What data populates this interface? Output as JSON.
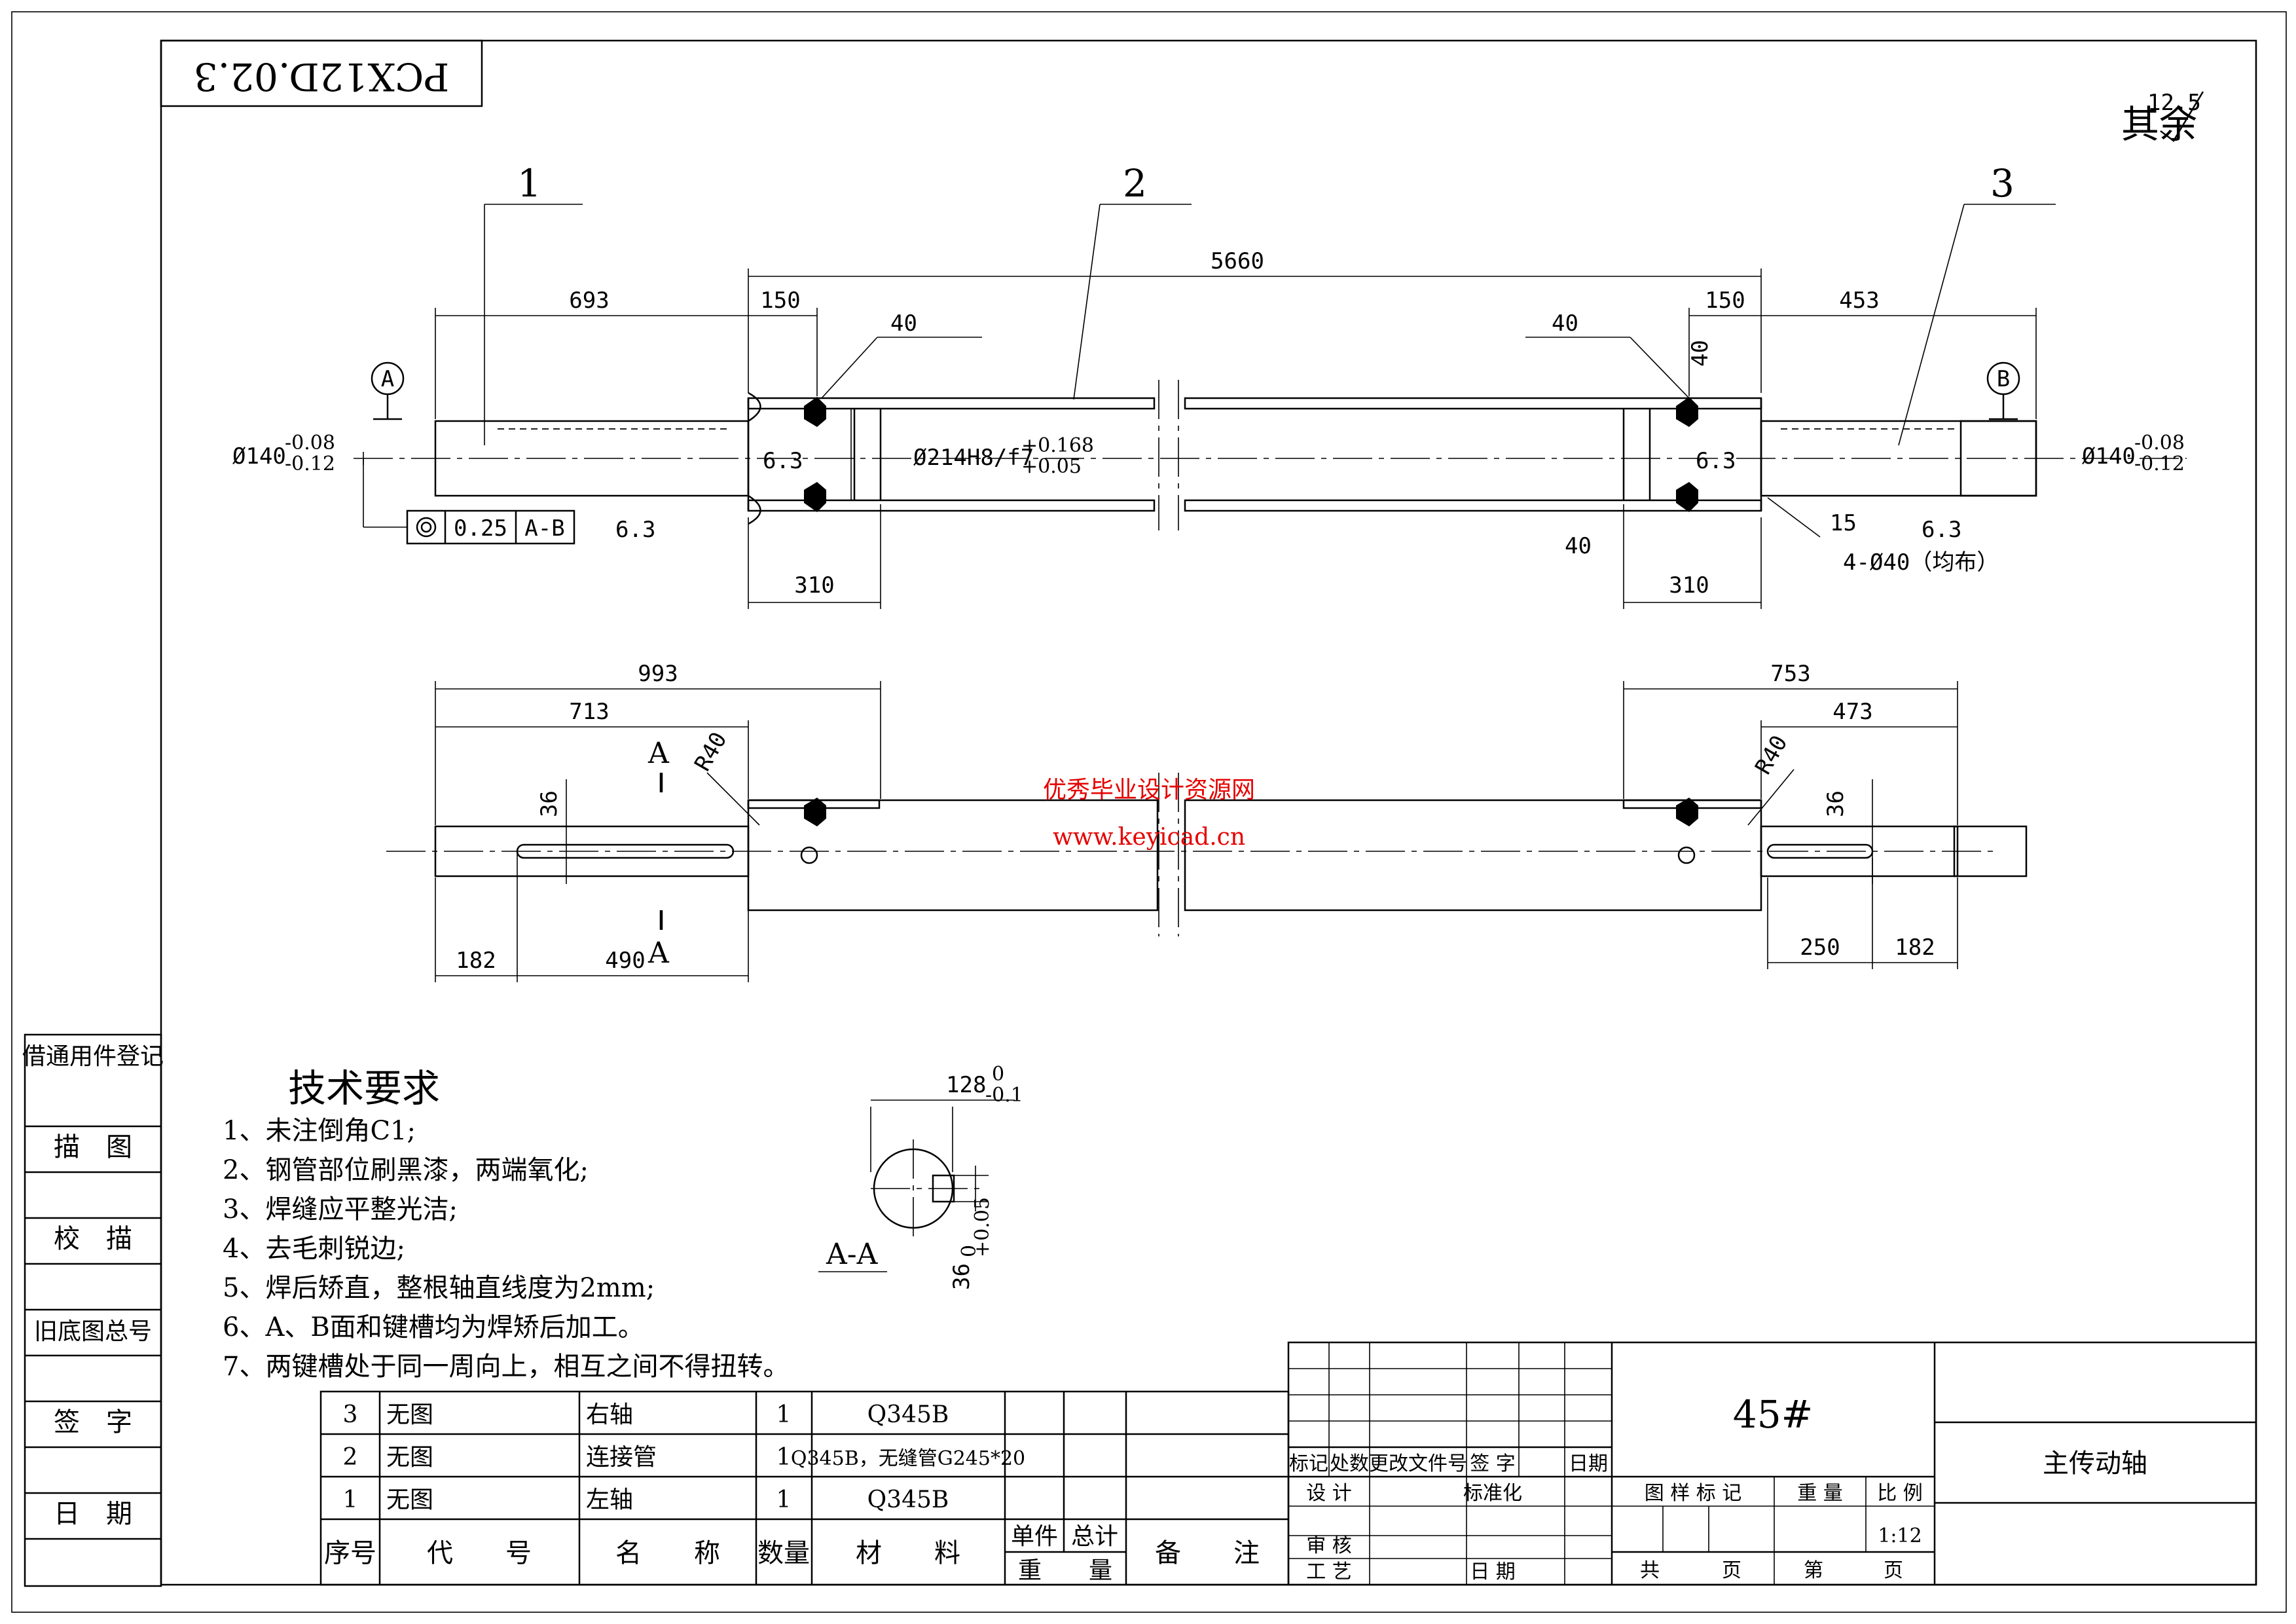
{
  "drawing_number": "PCX12D.02.3",
  "roughness_other": {
    "text": "其余",
    "value": "12.5"
  },
  "parts_labels": [
    "1",
    "2",
    "3"
  ],
  "watermark": {
    "line1": "优秀毕业设计资源网",
    "line2": "www.keyicad.cn"
  },
  "datum_a": "A",
  "datum_b": "B",
  "dims_top": {
    "overall": "5660",
    "left_shaft": "693",
    "left_inset": "150",
    "right_inset": "150",
    "right_shaft": "453",
    "left_310": "310",
    "right_310": "310",
    "weld_left": "40",
    "weld_right": "40",
    "wall_40": "40",
    "low_40": "40",
    "rough_left": "6.3",
    "rough_right": "6.3",
    "rough_bottom": "6.3",
    "rough_far_right": "6.3",
    "shaft_dia_left": "Ø140",
    "shaft_dia_right": "Ø140",
    "tol_upper": "-0.08",
    "tol_lower": "-0.12",
    "bore": "Ø214H8/f7",
    "bore_upper": "+0.168",
    "bore_lower": "+0.05",
    "holes": "4-Ø40（均布）",
    "hole_15": "15",
    "runout": "0.25",
    "runout_datum": "A-B"
  },
  "dims_bottom": {
    "d993": "993",
    "d713": "713",
    "d753": "753",
    "d473": "473",
    "r_left": "R40",
    "r_right": "R40",
    "key_left": "36",
    "key_right": "36",
    "d182_left": "182",
    "d490": "490",
    "d250": "250",
    "d182_right": "182",
    "section_mark": "A"
  },
  "section_view": {
    "width": "128",
    "width_upper": "0",
    "width_lower": "-0.1",
    "depth": "36",
    "depth_upper": "+0.05",
    "depth_lower": "0",
    "label": "A-A"
  },
  "tech_title": "技术要求",
  "tech_notes": [
    "1、未注倒角C1;",
    "2、钢管部位刷黑漆，两端氧化;",
    "3、焊缝应平整光洁;",
    "4、去毛刺锐边;",
    "5、焊后矫直，整根轴直线度为2mm;",
    "6、A、B面和键槽均为焊矫后加工。",
    "7、两键槽处于同一周向上，相互之间不得扭转。"
  ],
  "side_labels": [
    "借通用件登记",
    "描　图",
    "校　描",
    "旧底图总号",
    "签　字",
    "日　期"
  ],
  "bom": {
    "rows": [
      {
        "no": "3",
        "code": "无图",
        "name": "右轴",
        "qty": "1",
        "material": "Q345B"
      },
      {
        "no": "2",
        "code": "无图",
        "name": "连接管",
        "qty": "1",
        "material": "Q345B，无缝管G245*20"
      },
      {
        "no": "1",
        "code": "无图",
        "name": "左轴",
        "qty": "1",
        "material": "Q345B"
      }
    ],
    "header": {
      "no": "序号",
      "code": "代　　号",
      "name": "名　　称",
      "qty": "数量",
      "material": "材　　料",
      "unit": "单件",
      "total": "总计",
      "weight": "重　　量",
      "remark": "备　　注"
    }
  },
  "title_block": {
    "revision_header": [
      "标记",
      "处数",
      "更改文件号",
      "签 字",
      "日期"
    ],
    "design": "设 计",
    "standard": "标准化",
    "review": "审 核",
    "process": "工 艺",
    "date": "日 期",
    "material": "45#",
    "sample_mark": "图 样 标 记",
    "weight": "重 量",
    "scale_label": "比 例",
    "scale": "1:12",
    "total": "共",
    "page": "页",
    "sheet_no": "第",
    "sheet_page": "页",
    "part_name": "主传动轴"
  }
}
